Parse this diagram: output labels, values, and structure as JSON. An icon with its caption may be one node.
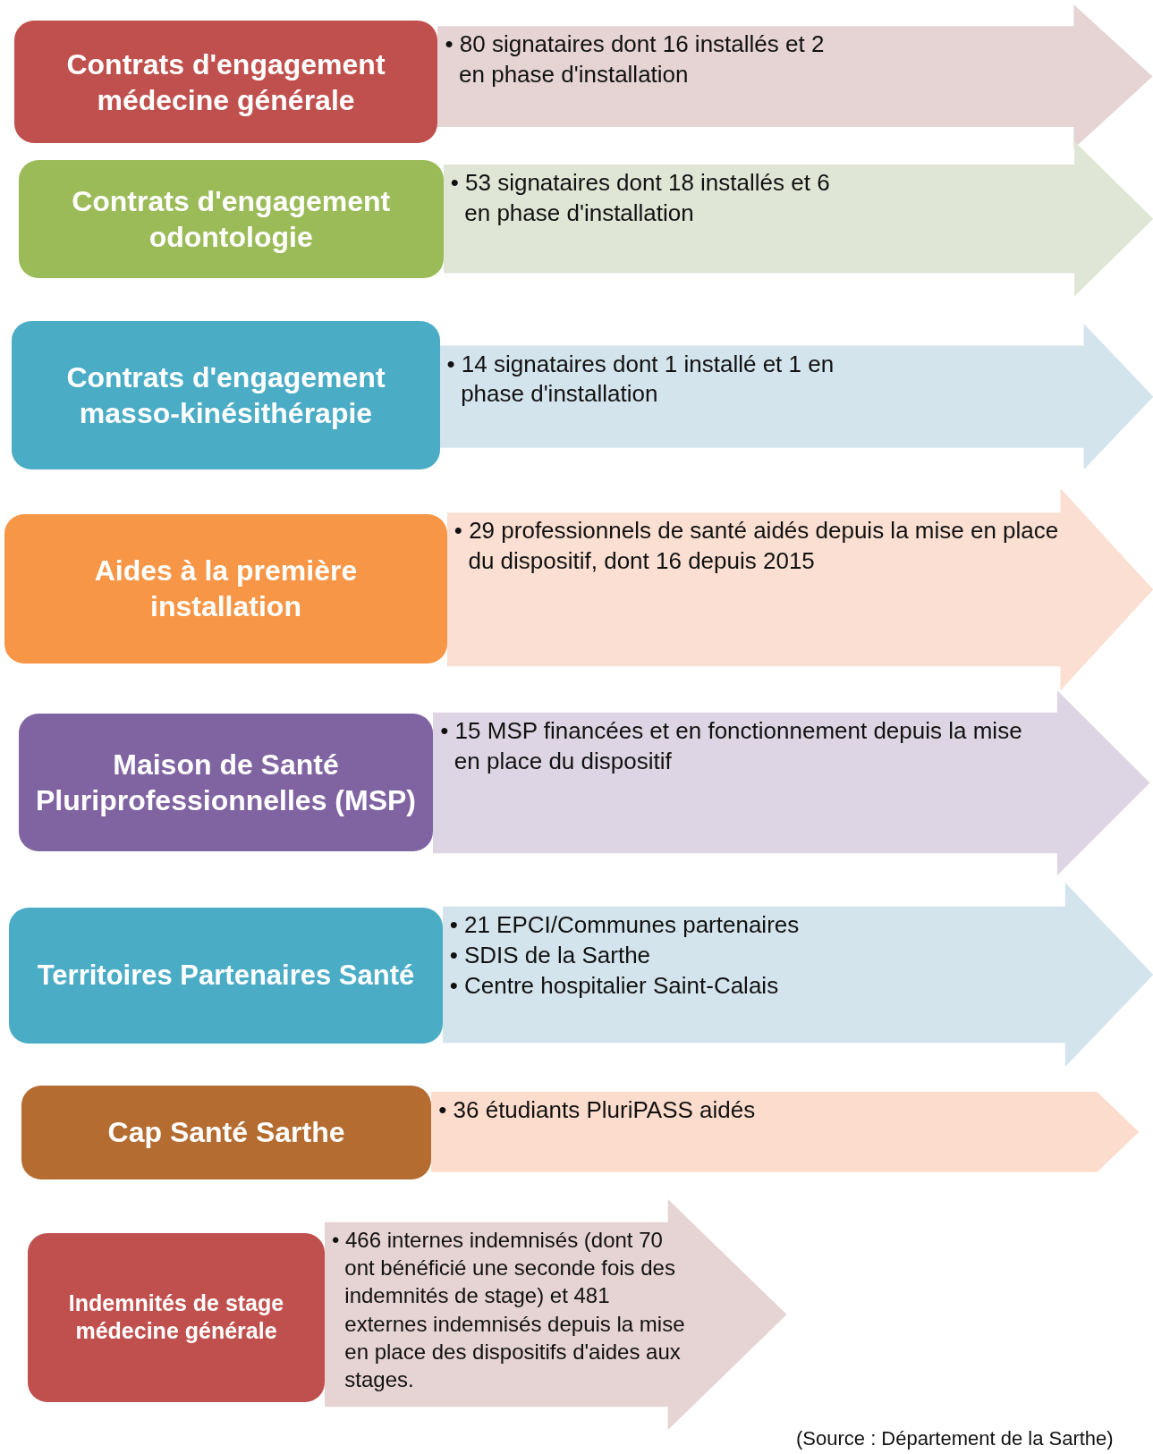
{
  "diagram": {
    "caption": "(Source : Département de la Sarthe)",
    "nodes": [
      {
        "text": [
          "Contrats d'engagement médecine générale"
        ]
      },
      {
        "text": [
          "• 80 signataires dont 16 installés et 2 en phase d'installation"
        ]
      },
      {
        "text": [
          "Contrats d'engagement odontologie"
        ]
      },
      {
        "text": [
          "• 53 signataires dont 18 installés et 6 en phase d'installation"
        ]
      },
      {
        "text": [
          "Contrats d'engagement masso-kinésithérapie"
        ]
      },
      {
        "text": [
          "• 14 signataires dont 1 installé et 1 en phase d'installation"
        ]
      },
      {
        "text": [
          "Aides à la première installation"
        ]
      },
      {
        "text": [
          "• 29 professionnels de santé aidés depuis la mise en place du dispositif, dont 16 depuis 2015"
        ]
      },
      {
        "text": [
          "Maison de Santé Pluriprofessionnelles (MSP)"
        ]
      },
      {
        "text": [
          "• 15 MSP financées et en fonctionnement depuis la mise en place du dispositif"
        ]
      },
      {
        "text": [
          "Territoires Partenaires Santé"
        ]
      },
      {
        "text": [
          "• 21 EPCI/Communes partenaires",
          "• SDIS de la Sarthe",
          "• Centre hospitalier Saint-Calais"
        ]
      },
      {
        "text": [
          "Cap Santé Sarthe"
        ]
      },
      {
        "text": [
          "• 36 étudiants PluriPASS aidés"
        ]
      },
      {
        "text": [
          "Indemnités de stage médecine générale"
        ]
      },
      {
        "text": [
          "• 466 internes indemnisés (dont 70 ont bénéficié une seconde fois des indemnités de stage) et 481 externes indemnisés depuis la mise en place des dispositifs d'aides aux stages."
        ]
      }
    ],
    "edges": []
  }
}
